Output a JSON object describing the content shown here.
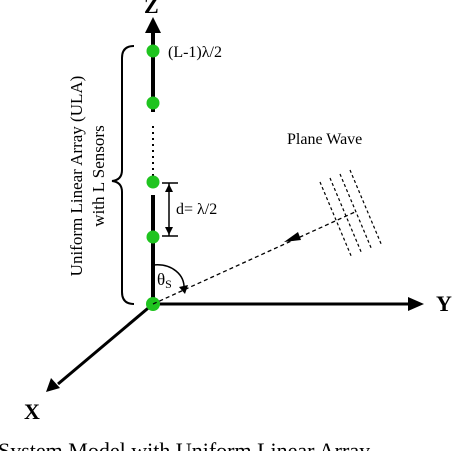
{
  "axes": {
    "z_label": "Z",
    "y_label": "Y",
    "x_label": "X"
  },
  "array": {
    "top_sensor_label": "(L-1)λ/2",
    "spacing_label": "d= λ/2",
    "brace_label_line1": "Uniform Linear Array (ULA)",
    "brace_label_line2": "with L Sensors",
    "sensor_color": "#1fc41f"
  },
  "wave": {
    "label": "Plane Wave",
    "angle_symbol": "θ",
    "angle_subscript": "S"
  },
  "caption": "System Model with Uniform Linear Array"
}
